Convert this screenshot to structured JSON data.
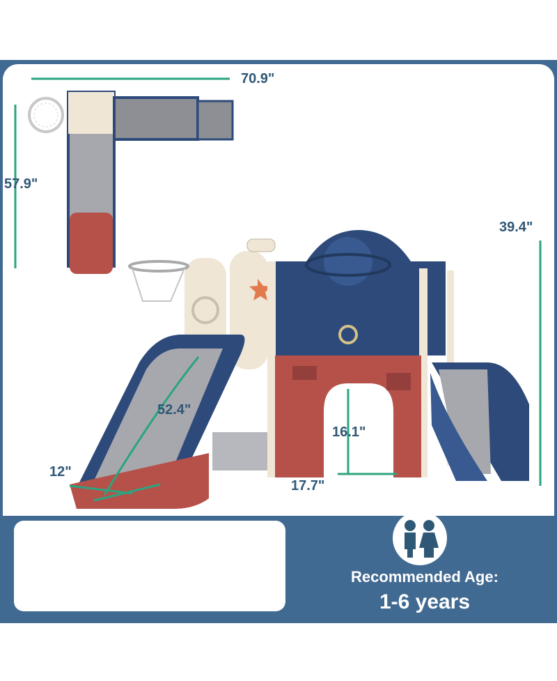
{
  "dimensions": {
    "width_top": "70.9\"",
    "depth_top": "57.9\"",
    "height": "39.4\"",
    "slide_length": "52.4\"",
    "slide_width": "12\"",
    "tunnel_height": "16.1\"",
    "tunnel_width": "17.7\""
  },
  "accessories": [
    {
      "name": "basketball-icon"
    },
    {
      "name": "ring-toss-icon"
    },
    {
      "name": "telescope-icon"
    }
  ],
  "age": {
    "icon": "children-icon",
    "title": "Recommended Age:",
    "value": "1-6 years"
  },
  "colors": {
    "brand_blue": "#416a92",
    "navy": "#2d4a7a",
    "brick_red": "#b6514a",
    "cream": "#efe6d6",
    "gray": "#a7a8ad",
    "dimension_green": "#2ba47f"
  }
}
